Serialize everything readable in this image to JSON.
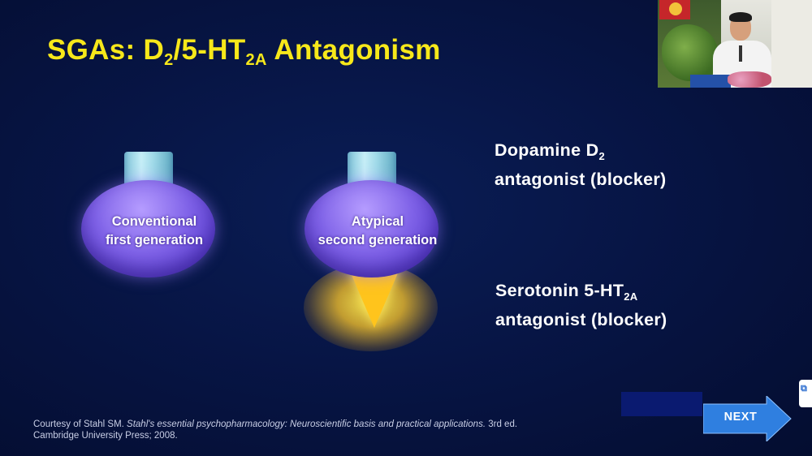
{
  "slide": {
    "title": {
      "prefix": "SGAs: D",
      "sub1": "2",
      "middle": "/5-HT",
      "sub2": "2A",
      "suffix": " Antagonism"
    },
    "drugs": [
      {
        "line1": "Conventional",
        "line2": "first generation"
      },
      {
        "line1": "Atypical",
        "line2": "second generation"
      }
    ],
    "mechanisms": {
      "d2": {
        "line1_prefix": "Dopamine D",
        "line1_sub": "2",
        "line2": "antagonist (blocker)"
      },
      "ht2a": {
        "line1_prefix": "Serotonin 5-HT",
        "line1_sub": "2A",
        "line2": "antagonist (blocker)"
      }
    },
    "citation": {
      "prefix": "Courtesy of Stahl SM. ",
      "book": "Stahl's essential psychopharmacology: Neuroscientific basis and practical applications.",
      "suffix": " 3rd ed.",
      "line2": "Cambridge University Press; 2008."
    }
  },
  "navigation": {
    "next_label": "NEXT"
  },
  "colors": {
    "title": "#f7e81a",
    "background": "#061236",
    "next_arrow": "#2f7fe0",
    "bulb": "#7a5ee6",
    "spike": "#ffc41c"
  },
  "icons": {
    "speaker_video": "presenter-video-thumbnail",
    "edge": "widget-icon"
  }
}
